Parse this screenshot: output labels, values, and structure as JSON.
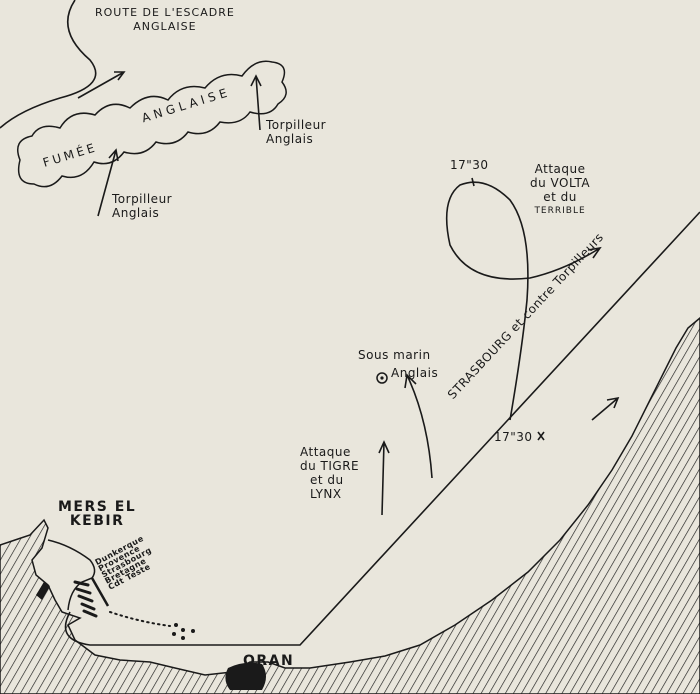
{
  "labels": {
    "route_escadre": [
      "ROUTE DE L'ESCADRE",
      "ANGLAISE"
    ],
    "fumee": [
      "FUMÉE",
      "ANGLAISE"
    ],
    "torpilleur_right": [
      "Torpilleur",
      "Anglais"
    ],
    "torpilleur_left": [
      "Torpilleur",
      "Anglais"
    ],
    "time_loop": "17\"30",
    "attaque_volta": [
      "Attaque",
      "du VOLTA",
      "et du",
      "TERRIBLE"
    ],
    "sous_marin": [
      "Sous marin",
      "Anglais"
    ],
    "attaque_tigre": [
      "Attaque",
      "du TIGRE",
      "et du",
      "LYNX"
    ],
    "time_line": "17\"30",
    "strasbourg_route": "STRASBOURG et contre Torpilleurs",
    "mers_el_kebir": [
      "MERS EL",
      "KEBIR"
    ],
    "ships": [
      "Dunkerque",
      "Provence",
      "Strasbourg",
      "Bretagne",
      "Cdt Teste"
    ],
    "oran": "ORAN"
  },
  "colors": {
    "paper": "#e9e6dc",
    "ink": "#1a1a1a"
  }
}
